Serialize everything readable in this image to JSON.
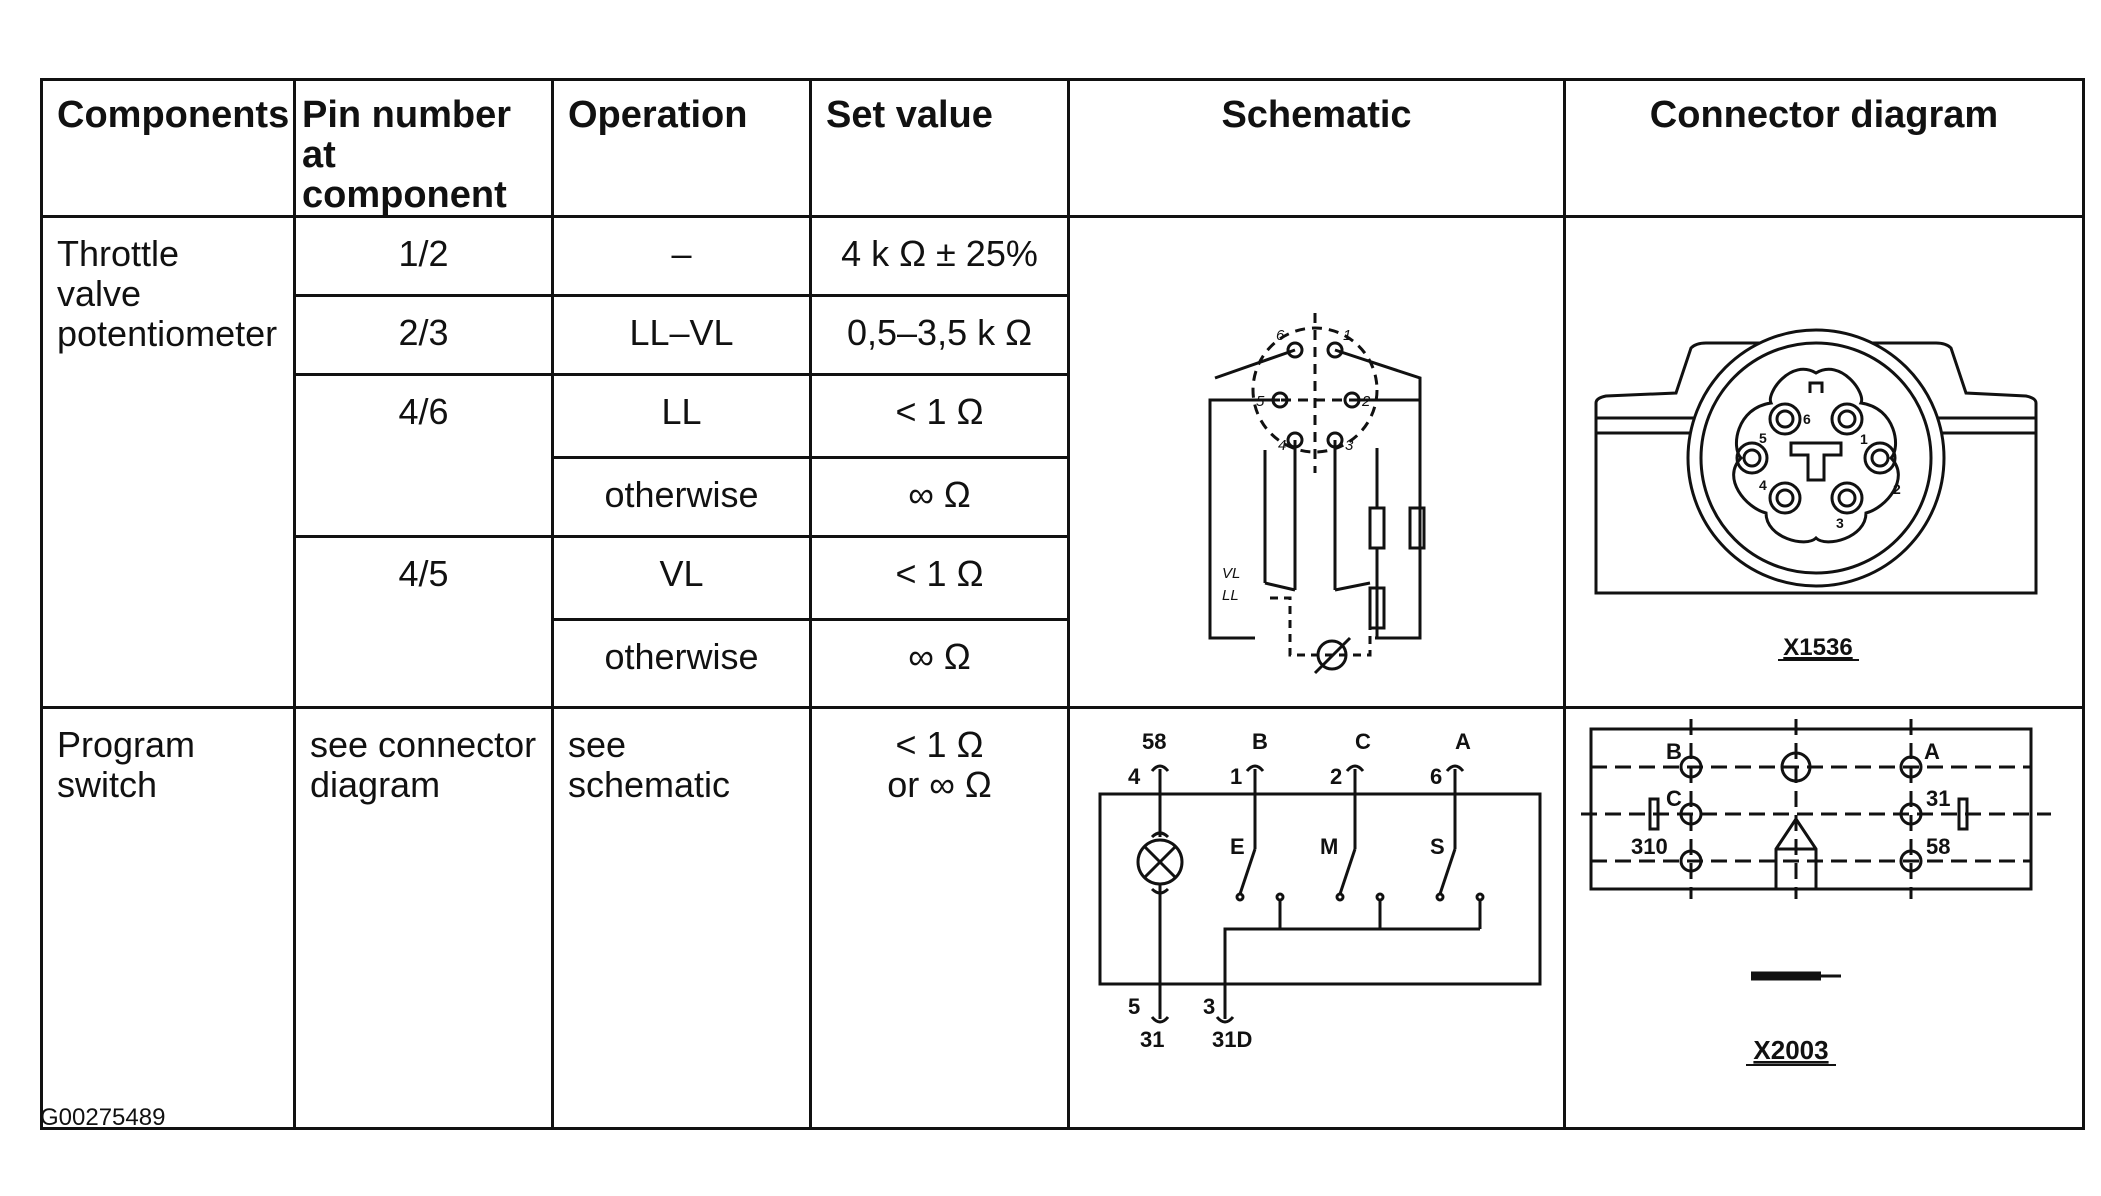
{
  "headers": {
    "components": "Components",
    "pin_line1": "Pin number",
    "pin_line2": "at component",
    "operation": "Operation",
    "set_value": "Set value",
    "schematic": "Schematic",
    "connector": "Connector diagram"
  },
  "throttle": {
    "name_line1": "Throttle",
    "name_line2": "valve",
    "name_line3": "potentiometer",
    "rows": [
      {
        "pin": "1/2",
        "operation": "–",
        "value": "4 k Ω ± 25%"
      },
      {
        "pin": "2/3",
        "operation": "LL–VL",
        "value": "0,5–3,5 k Ω"
      },
      {
        "pin": "4/6",
        "operation": "LL",
        "value": "< 1 Ω"
      },
      {
        "pin": "",
        "operation": "otherwise",
        "value": "∞ Ω"
      },
      {
        "pin": "4/5",
        "operation": "VL",
        "value": "< 1 Ω"
      },
      {
        "pin": "",
        "operation": "otherwise",
        "value": "∞ Ω"
      }
    ],
    "schematic": {
      "pins": [
        "1",
        "2",
        "3",
        "4",
        "5",
        "6"
      ],
      "vl": "VL",
      "ll": "LL"
    },
    "connector": {
      "pins": [
        "1",
        "2",
        "3",
        "4",
        "5",
        "6"
      ],
      "label": "X1536"
    }
  },
  "program": {
    "name_line1": "Program",
    "name_line2": "switch",
    "pin_line1": "see connector",
    "pin_line2": "diagram",
    "op_line1": "see",
    "op_line2": "schematic",
    "value_line1": "< 1 Ω",
    "value_line2": "or ∞ Ω",
    "schematic": {
      "top_terminals": [
        "58",
        "B",
        "C",
        "A"
      ],
      "top_pins": [
        "4",
        "1",
        "2",
        "6"
      ],
      "switches": [
        "E",
        "M",
        "S"
      ],
      "bottom_pins": [
        "5",
        "3"
      ],
      "bottom_terminals": [
        "31",
        "31D"
      ]
    },
    "connector": {
      "terminals": [
        "B",
        "A",
        "C",
        "31",
        "310",
        "58"
      ],
      "label": "X2003"
    }
  },
  "footer": "G00275489"
}
